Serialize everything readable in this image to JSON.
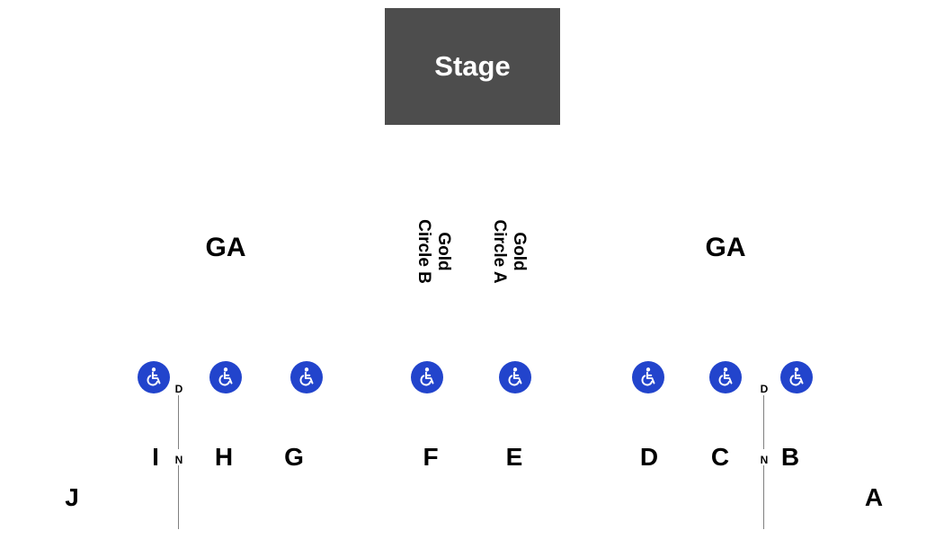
{
  "stage": {
    "label": "Stage"
  },
  "areas": {
    "ga_left": "GA",
    "ga_right": "GA",
    "gold_circle_b": {
      "line1": "Gold",
      "line2": "Circle B"
    },
    "gold_circle_a": {
      "line1": "Gold",
      "line2": "Circle A"
    }
  },
  "sections": {
    "a": "A",
    "b": "B",
    "c": "C",
    "d": "D",
    "e": "E",
    "f": "F",
    "g": "G",
    "h": "H",
    "i": "I",
    "j": "J"
  },
  "divider_markers": {
    "left_top": "D",
    "left_mid": "N",
    "right_top": "D",
    "right_mid": "N"
  },
  "icons": {
    "accessible": "wheelchair-icon"
  },
  "colors": {
    "stage": "#4d4d4d",
    "accessible": "#2244cc"
  }
}
